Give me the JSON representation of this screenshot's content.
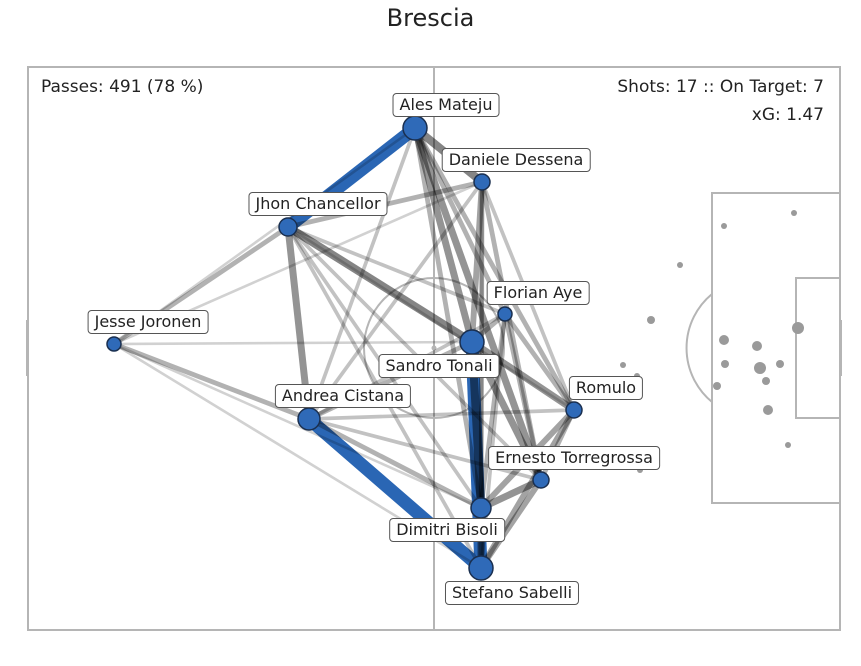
{
  "title": "Brescia",
  "stats": {
    "passes": "Passes: 491 (78 %)",
    "shots": "Shots: 17 :: On Target: 7",
    "xg": "xG: 1.47"
  },
  "colors": {
    "pitch_line": "#b5b5b5",
    "node": "#2f6ab8",
    "node_edge": "#1a2f4f",
    "edge_top": "#2a66b4",
    "edge": "#000000",
    "shot": "#9a9a9a"
  },
  "chart_data": {
    "type": "network",
    "nodes": [
      {
        "name": "Ales Mateju",
        "size": 12
      },
      {
        "name": "Daniele Dessena",
        "size": 8
      },
      {
        "name": "Jhon Chancellor",
        "size": 9
      },
      {
        "name": "Jesse Joronen",
        "size": 7
      },
      {
        "name": "Florian Aye",
        "size": 7
      },
      {
        "name": "Sandro Tonali",
        "size": 12
      },
      {
        "name": "Romulo",
        "size": 8
      },
      {
        "name": "Andrea Cistana",
        "size": 11
      },
      {
        "name": "Ernesto Torregrossa",
        "size": 8
      },
      {
        "name": "Dimitri Bisoli",
        "size": 10
      },
      {
        "name": "Stefano Sabelli",
        "size": 12
      }
    ],
    "edges": [
      [
        2,
        0,
        9,
        true
      ],
      [
        7,
        10,
        9,
        true
      ],
      [
        5,
        10,
        8,
        true
      ],
      [
        0,
        1,
        6,
        false
      ],
      [
        0,
        5,
        5,
        false
      ],
      [
        0,
        8,
        5,
        false
      ],
      [
        0,
        9,
        3,
        false
      ],
      [
        0,
        4,
        3,
        false
      ],
      [
        0,
        6,
        3,
        false
      ],
      [
        0,
        7,
        2,
        false
      ],
      [
        0,
        3,
        1,
        false
      ],
      [
        1,
        5,
        4,
        false
      ],
      [
        1,
        8,
        3,
        false
      ],
      [
        1,
        10,
        3,
        false
      ],
      [
        1,
        2,
        3,
        false
      ],
      [
        1,
        6,
        2,
        false
      ],
      [
        1,
        9,
        2,
        false
      ],
      [
        1,
        7,
        2,
        false
      ],
      [
        1,
        3,
        1,
        false
      ],
      [
        2,
        5,
        6,
        false
      ],
      [
        2,
        7,
        5,
        false
      ],
      [
        2,
        3,
        3,
        false
      ],
      [
        2,
        9,
        2,
        false
      ],
      [
        2,
        10,
        2,
        false
      ],
      [
        2,
        8,
        2,
        false
      ],
      [
        2,
        4,
        2,
        false
      ],
      [
        2,
        6,
        1,
        false
      ],
      [
        3,
        7,
        3,
        false
      ],
      [
        3,
        5,
        1,
        false
      ],
      [
        3,
        9,
        1,
        false
      ],
      [
        3,
        10,
        1,
        false
      ],
      [
        7,
        5,
        3,
        false
      ],
      [
        7,
        9,
        3,
        false
      ],
      [
        7,
        4,
        2,
        false
      ],
      [
        7,
        8,
        2,
        false
      ],
      [
        7,
        6,
        2,
        false
      ],
      [
        5,
        9,
        6,
        false
      ],
      [
        5,
        8,
        5,
        false
      ],
      [
        5,
        6,
        5,
        false
      ],
      [
        5,
        4,
        3,
        false
      ],
      [
        4,
        6,
        3,
        false
      ],
      [
        4,
        9,
        3,
        false
      ],
      [
        4,
        10,
        2,
        false
      ],
      [
        4,
        8,
        3,
        false
      ],
      [
        6,
        9,
        4,
        false
      ],
      [
        6,
        10,
        4,
        false
      ],
      [
        6,
        8,
        3,
        false
      ],
      [
        8,
        9,
        5,
        false
      ],
      [
        8,
        10,
        4,
        false
      ],
      [
        9,
        10,
        5,
        false
      ]
    ],
    "shots_count": 17
  }
}
